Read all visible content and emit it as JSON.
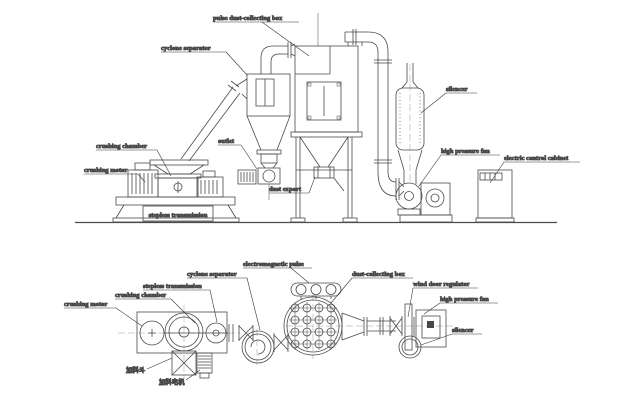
{
  "colors": {
    "line": "#4a4a4a",
    "text": "#242424",
    "background": "#ffffff"
  },
  "front_view": {
    "labels": {
      "pulse_dust_collecting_box": "pulse dust-collecting box",
      "cyclone_separator": "cyclone separator",
      "crushing_chamber": "crushing chamber",
      "crushing_motor": "crushing motor",
      "outlet": "outlet",
      "dust_export": "dust export",
      "stepless_transmission": "stepless transmission",
      "silencer": "silencer",
      "high_pressure_fan": "high pressure fan",
      "electric_control_cabinet": "electric control cabinet"
    }
  },
  "plan_view": {
    "labels": {
      "electromagnetic_pulse": "electromagnetic pulse",
      "dust_collecting_box": "dust-collecting box",
      "cyclone_separator": "cyclone separator",
      "stepless_transmission": "stepless transmission",
      "crushing_chamber": "crushing chamber",
      "crushing_motor": "crushing motor",
      "wind_door_regulator": "wind door regulator",
      "high_pressure_fan": "high pressure fan",
      "silencer": "silencer",
      "feeding_hopper_cn": "加料斗",
      "feeding_motor_cn": "加料电机"
    }
  }
}
